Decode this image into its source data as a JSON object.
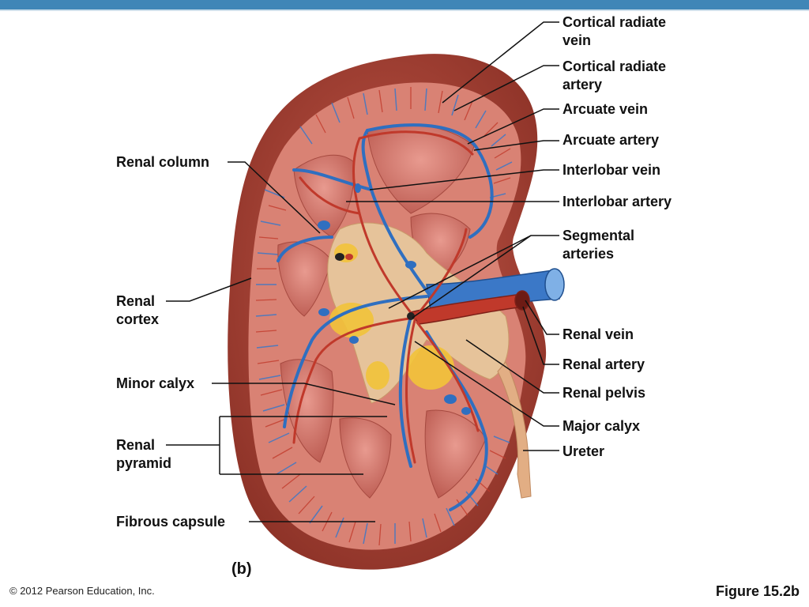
{
  "labels": {
    "cortical_radiate_vein": "Cortical radiate\nvein",
    "cortical_radiate_artery": "Cortical radiate\nartery",
    "arcuate_vein": "Arcuate vein",
    "arcuate_artery": "Arcuate artery",
    "interlobar_vein": "Interlobar vein",
    "interlobar_artery": "Interlobar artery",
    "segmental_arteries": "Segmental\narteries",
    "renal_vein": "Renal vein",
    "renal_artery": "Renal artery",
    "renal_pelvis": "Renal pelvis",
    "major_calyx": "Major calyx",
    "ureter": "Ureter",
    "renal_column": "Renal column",
    "renal_cortex": "Renal\ncortex",
    "minor_calyx": "Minor calyx",
    "renal_pyramid": "Renal\npyramid",
    "fibrous_capsule": "Fibrous capsule"
  },
  "subfigure_label": "(b)",
  "copyright": "© 2012 Pearson Education, Inc.",
  "figure_number": "Figure 15.2b",
  "colors": {
    "capsule": "#a8483a",
    "cortex": "#d98274",
    "pyramid": "#c96a60",
    "pelvis": "#e6c39a",
    "fat": "#f2c33a",
    "vein": "#2f6fc0",
    "artery": "#c0392b"
  }
}
